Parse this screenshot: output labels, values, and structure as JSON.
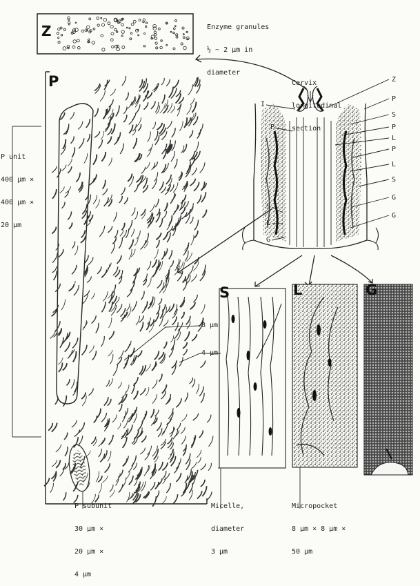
{
  "zymogen": {
    "letter": "Z",
    "caption_line1": "Enzyme granules",
    "caption_line2": "½ ~ 2 µm in",
    "caption_line3": "diameter"
  },
  "cervix": {
    "title_line1": "Cervix",
    "title_line2": "longitudinal",
    "title_line3": "section",
    "right_labels": [
      "Z",
      "P",
      "S",
      "P",
      "L",
      "P",
      "L",
      "S",
      "G",
      "G"
    ],
    "left_labels": [
      "I",
      "P",
      "S",
      "L",
      "G"
    ]
  },
  "panel_p": {
    "letter": "P",
    "unit_line1": "P unit",
    "unit_line2": "400 µm ×",
    "unit_line3": "400 µm ×",
    "unit_line4": "20 µm",
    "dim_8": "8 µm",
    "dim_4": "4 µm",
    "subunit_line1": "P subunit",
    "subunit_line2": "30 µm ×",
    "subunit_line3": "20 µm ×",
    "subunit_line4": "4 µm"
  },
  "panel_s": {
    "letter": "S",
    "caption_line1": "Micelle,",
    "caption_line2": "diameter",
    "caption_line3": "3 µm"
  },
  "panel_l": {
    "letter": "L",
    "caption_line1": "Micropocket",
    "caption_line2": "8 µm × 8 µm ×",
    "caption_line3": "50 µm"
  },
  "panel_g": {
    "letter": "G"
  }
}
